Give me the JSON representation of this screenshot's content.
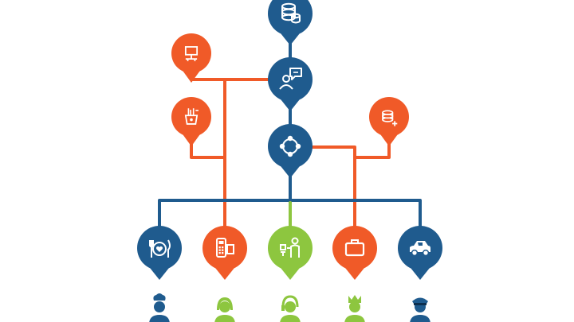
{
  "colors": {
    "blue": "#1f5b8e",
    "orange": "#f05a28",
    "green": "#8dc63f",
    "white": "#ffffff",
    "background": "#ffffff"
  },
  "nodes": [
    {
      "id": "database",
      "icon": "database-icon",
      "color": "blue"
    },
    {
      "id": "support-agent",
      "icon": "person-chat-icon",
      "color": "blue"
    },
    {
      "id": "hub",
      "icon": "network-hub-icon",
      "color": "blue"
    },
    {
      "id": "computer",
      "icon": "computer-icon",
      "color": "orange"
    },
    {
      "id": "tools",
      "icon": "tools-icon",
      "color": "orange"
    },
    {
      "id": "database-add",
      "icon": "database-add-icon",
      "color": "orange"
    },
    {
      "id": "restaurant",
      "icon": "fork-knife-heart-icon",
      "color": "blue"
    },
    {
      "id": "payment",
      "icon": "payment-terminal-icon",
      "color": "orange"
    },
    {
      "id": "service",
      "icon": "person-service-icon",
      "color": "green"
    },
    {
      "id": "briefcase",
      "icon": "briefcase-icon",
      "color": "orange"
    },
    {
      "id": "car",
      "icon": "car-icon",
      "color": "blue"
    }
  ],
  "people": [
    {
      "icon": "chef-icon",
      "color": "blue"
    },
    {
      "icon": "woman-icon",
      "color": "green"
    },
    {
      "icon": "headset-operator-icon",
      "color": "green"
    },
    {
      "icon": "king-icon",
      "color": "green"
    },
    {
      "icon": "police-officer-icon",
      "color": "blue"
    }
  ]
}
